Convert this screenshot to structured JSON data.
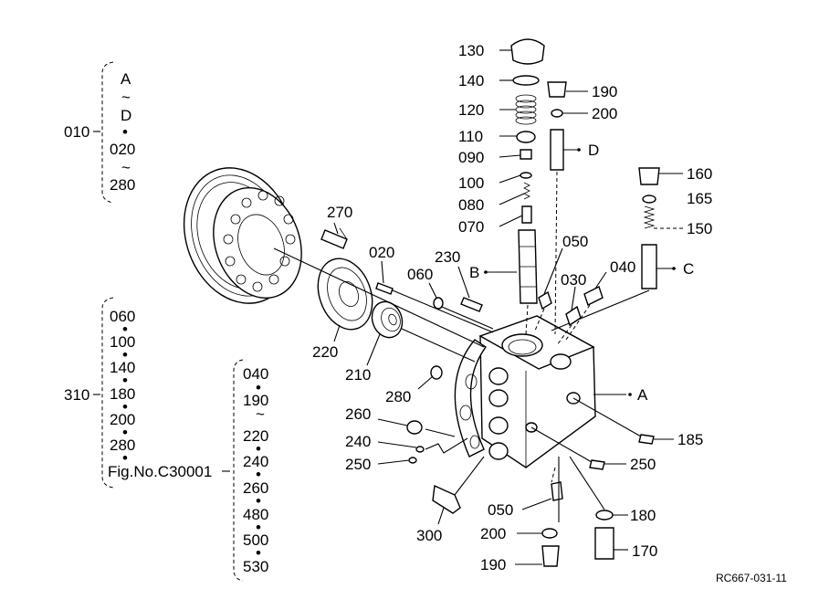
{
  "refs": {
    "top": [
      "130",
      "140",
      "120",
      "110",
      "090",
      "100",
      "080",
      "070",
      "190",
      "200",
      "160",
      "165",
      "150"
    ],
    "mid": [
      "270",
      "020",
      "230",
      "060",
      "050",
      "040",
      "030",
      "220",
      "210",
      "280",
      "260",
      "240",
      "250",
      "250",
      "185",
      "180",
      "170",
      "050",
      "200",
      "190",
      "300"
    ],
    "connectors": [
      "B",
      "D",
      "C",
      "A"
    ]
  },
  "group_010": {
    "ref": "010",
    "items": [
      "A",
      "~",
      "D",
      "•",
      "020",
      "~",
      "280"
    ]
  },
  "group_310": {
    "ref": "310",
    "items": [
      "060",
      "•",
      "100",
      "•",
      "140",
      "•",
      "180",
      "•",
      "200",
      "•",
      "280",
      "•",
      "Fig.No.C30001"
    ]
  },
  "group_fig": {
    "items": [
      "040",
      "•",
      "190",
      "~",
      "220",
      "•",
      "240",
      "•",
      "260",
      "•",
      "480",
      "•",
      "500",
      "•",
      "530"
    ]
  },
  "figure_code": "RC667-031-11"
}
